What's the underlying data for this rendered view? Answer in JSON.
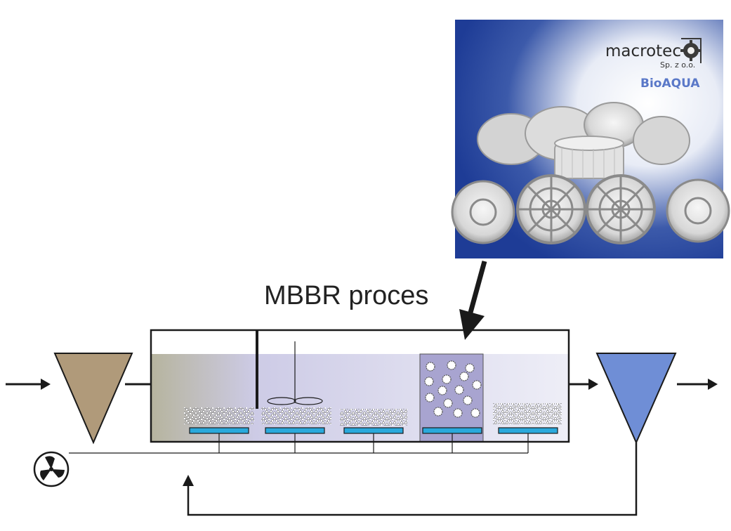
{
  "diagram": {
    "title": "MBBR proces",
    "photo": {
      "brand": "macrotec",
      "brand_sub": "Sp. z o.o.",
      "product": "BioAQUA",
      "product_color": "#5a78c8"
    },
    "colors": {
      "primary_clarifier": "#b09a7a",
      "secondary_clarifier": "#6f8ed6",
      "aerator_plate": "#2aa9dc",
      "tank_water_start": "#b6b49e",
      "tank_water_mid": "#cdcbe6",
      "tank_water_end": "#eeeef7",
      "media_zone": "#a8a4d0",
      "photo_background": "#1e3c96"
    },
    "icons": [
      "flow-arrow-icon",
      "blower-icon",
      "carrier-media-icon",
      "mixer-icon"
    ]
  }
}
